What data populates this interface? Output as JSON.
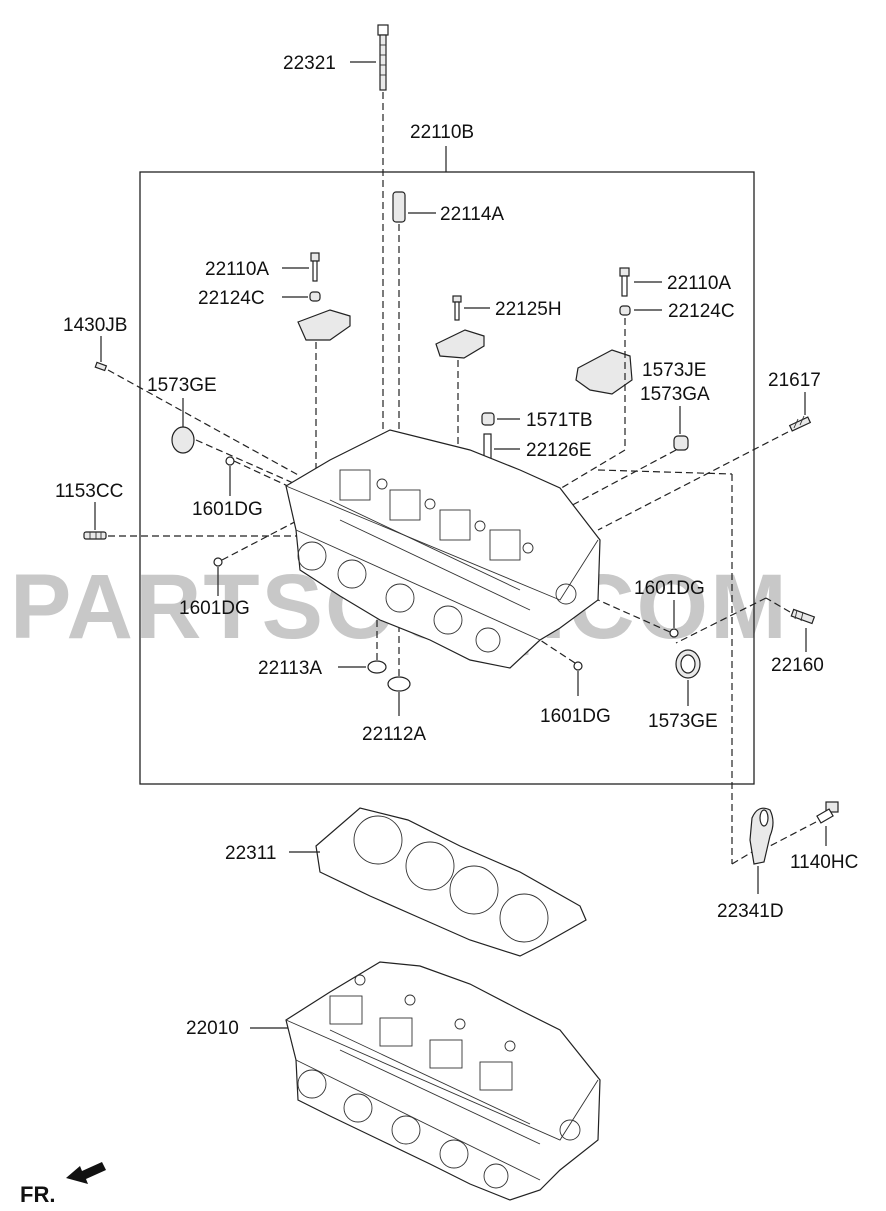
{
  "watermark": "PARTSOUQ.COM",
  "direction_label": "FR.",
  "part_labels": {
    "p22321": "22321",
    "p22110B": "22110B",
    "p22114A": "22114A",
    "p22110A_left": "22110A",
    "p22124C_left": "22124C",
    "p22110A_right": "22110A",
    "p22124C_right": "22124C",
    "p22125H": "22125H",
    "p1430JB": "1430JB",
    "p1573JE": "1573JE",
    "p1573GA": "1573GA",
    "p1573GE_top": "1573GE",
    "p1571TB": "1571TB",
    "p22126E": "22126E",
    "p21617": "21617",
    "p1153CC": "1153CC",
    "p1601DG_a": "1601DG",
    "p1601DG_b": "1601DG",
    "p1601DG_c": "1601DG",
    "p1601DG_d": "1601DG",
    "p22160": "22160",
    "p22113A": "22113A",
    "p22112A": "22112A",
    "p1573GE_bottom": "1573GE",
    "p22311": "22311",
    "p1140HC": "1140HC",
    "p22341D": "22341D",
    "p22010": "22010"
  }
}
